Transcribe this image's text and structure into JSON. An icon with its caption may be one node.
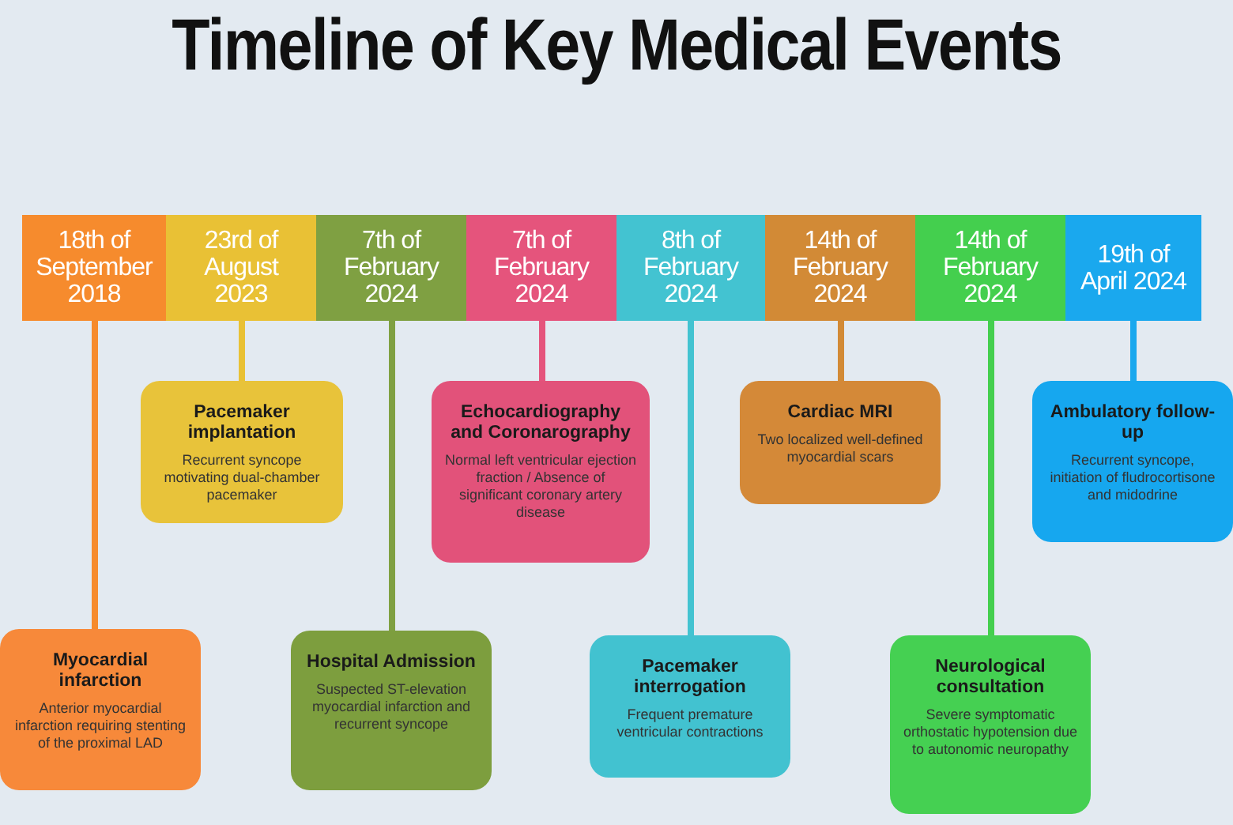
{
  "diagram": {
    "title": "Timeline of Key Medical Events",
    "nodes": [
      {
        "text": [
          "18th of September 2018"
        ]
      },
      {
        "text": [
          "23rd of August 2023"
        ]
      },
      {
        "text": [
          "7th of February 2024"
        ]
      },
      {
        "text": [
          "7th of February 2024"
        ]
      },
      {
        "text": [
          "8th of February 2024"
        ]
      },
      {
        "text": [
          "14th of February 2024"
        ]
      },
      {
        "text": [
          "14th of February 2024"
        ]
      },
      {
        "text": [
          "19th of April 2024"
        ]
      },
      {
        "text": [
          "Myocardial infarction",
          "Anterior myocardial infarction requiring stenting of the proximal LAD"
        ]
      },
      {
        "text": [
          "Pacemaker implantation",
          "Recurrent syncope motivating dual-chamber pacemaker"
        ]
      },
      {
        "text": [
          "Hospital Admission",
          "Suspected ST-elevation myocardial infarction and recurrent syncope"
        ]
      },
      {
        "text": [
          "Echocardiography and Coronarography",
          "Normal left ventricular ejection fraction / Absence of significant coronary artery disease"
        ]
      },
      {
        "text": [
          "Pacemaker interrogation",
          "Frequent premature ventricular contractions"
        ]
      },
      {
        "text": [
          "Cardiac MRI",
          "Two localized well-defined myocardial scars"
        ]
      },
      {
        "text": [
          "Neurological consultation",
          "Severe symptomatic orthostatic hypotension due to autonomic neuropathy"
        ]
      },
      {
        "text": [
          "Ambulatory follow-up",
          "Recurrent syncope, initiation of fludrocortisone and midodrine"
        ]
      }
    ],
    "edges": [
      {
        "from": 0,
        "to": 8,
        "arrow": "none",
        "color": "#f68b2d"
      },
      {
        "from": 1,
        "to": 9,
        "arrow": "none",
        "color": "#e9c135"
      },
      {
        "from": 2,
        "to": 10,
        "arrow": "none",
        "color": "#7fa042"
      },
      {
        "from": 3,
        "to": 11,
        "arrow": "none",
        "color": "#e5547c"
      },
      {
        "from": 4,
        "to": 12,
        "arrow": "none",
        "color": "#43c3d1"
      },
      {
        "from": 5,
        "to": 13,
        "arrow": "none",
        "color": "#d28a36"
      },
      {
        "from": 6,
        "to": 14,
        "arrow": "none",
        "color": "#44cf4e"
      },
      {
        "from": 7,
        "to": 15,
        "arrow": "none",
        "color": "#1aa8ee"
      }
    ]
  }
}
